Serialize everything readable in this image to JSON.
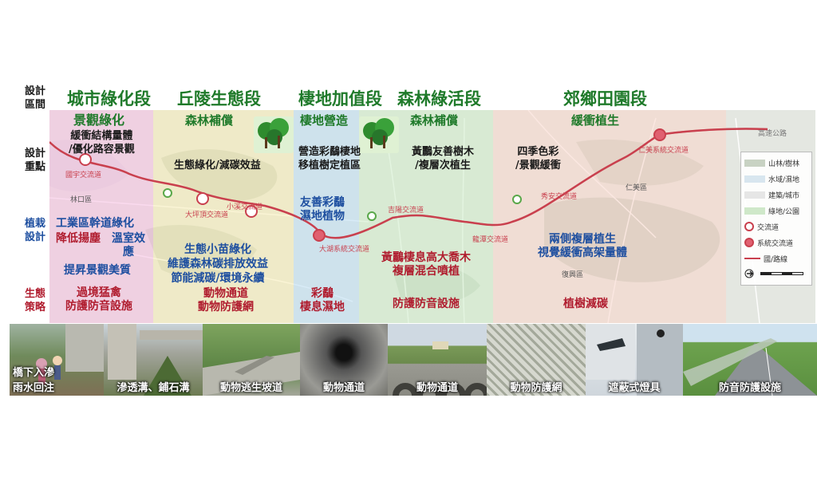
{
  "row_labels": {
    "zone": "設計\n區間",
    "focus": "設計\n重點",
    "planting": "植栽\n設計",
    "eco": "生態\n策略"
  },
  "segments": [
    {
      "title": "城市綠化段",
      "focus": "景觀綠化",
      "focus_note": "緩衝結構量體\n/優化路容景觀",
      "planting_blue": "工業區幹道綠化",
      "planting_red1": "降低揚塵",
      "planting_blue2": "溫室效\n應",
      "planting_blue3": "提昇景觀美質",
      "eco": "過境猛禽\n防護防音設施",
      "color": "#f7c9e6"
    },
    {
      "title": "丘陵生態段",
      "focus": "森林補償",
      "focus_note": "生態綠化/減碳效益",
      "planting": "生態小苗綠化\n維護森林碳排放效益\n節能減碳/環境永續",
      "eco": "動物通道\n動物防護網",
      "color": "#f7efc0"
    },
    {
      "title": "棲地加值段",
      "focus": "棲地營造",
      "focus_note": "營造彩鷸棲地\n移植樹定植區",
      "planting": "友善彩鷸\n濕地植物",
      "eco": "彩鷸\n棲息濕地",
      "color": "#cfe6f6"
    },
    {
      "title": "森林綠活段",
      "focus": "森林補償",
      "focus_note": "黃鸝友善樹木\n/複層次植生",
      "planting": "黃鸝棲息高大喬木\n複層混合噴植",
      "eco": "防護防音設施",
      "color": "#d7efd3"
    },
    {
      "title": "郊鄉田園段",
      "focus": "緩衝植生",
      "focus_note": "四季色彩\n/景觀緩衝",
      "planting": "兩側複層植生\n視覺緩衝高架量體",
      "eco": "植樹減碳",
      "color": "#fbe0d8"
    }
  ],
  "map_labels": {
    "guoshou": "國宇交流道",
    "linjie": "林口區",
    "dapingding": "大坪頂交流道",
    "xiaoxi": "小溪交流道",
    "dahu": "大湖系統交流道",
    "jiyang": "吉陽交流道",
    "longtan": "龍潭交流道",
    "xiu": "秀安交流道",
    "renmei": "仁美區",
    "renmei_sys": "仁美系統交流道",
    "renmei_label": "仁美區",
    "fuxing": "復興區",
    "top_right": "高速公路"
  },
  "legend": [
    {
      "label": "山林/樹林",
      "color": "#c8d2c3"
    },
    {
      "label": "水域/濕地",
      "color": "#d8e6ef"
    },
    {
      "label": "建築/城市",
      "color": "#e6e6e6"
    },
    {
      "label": "綠地/公園",
      "color": "#cfe8c9"
    },
    {
      "label": "交流道"
    },
    {
      "label": "系統交流道"
    },
    {
      "label": "國/路線"
    }
  ],
  "photos": [
    {
      "caption": "橋下入滲\n雨水回注"
    },
    {
      "caption": "滲透溝、鋪石溝"
    },
    {
      "caption": "動物逃生坡道"
    },
    {
      "caption": "動物通道"
    },
    {
      "caption": "動物通道"
    },
    {
      "caption": "動物防護網"
    },
    {
      "caption": "遮蔽式燈具"
    },
    {
      "caption": "防音防護設施"
    }
  ]
}
